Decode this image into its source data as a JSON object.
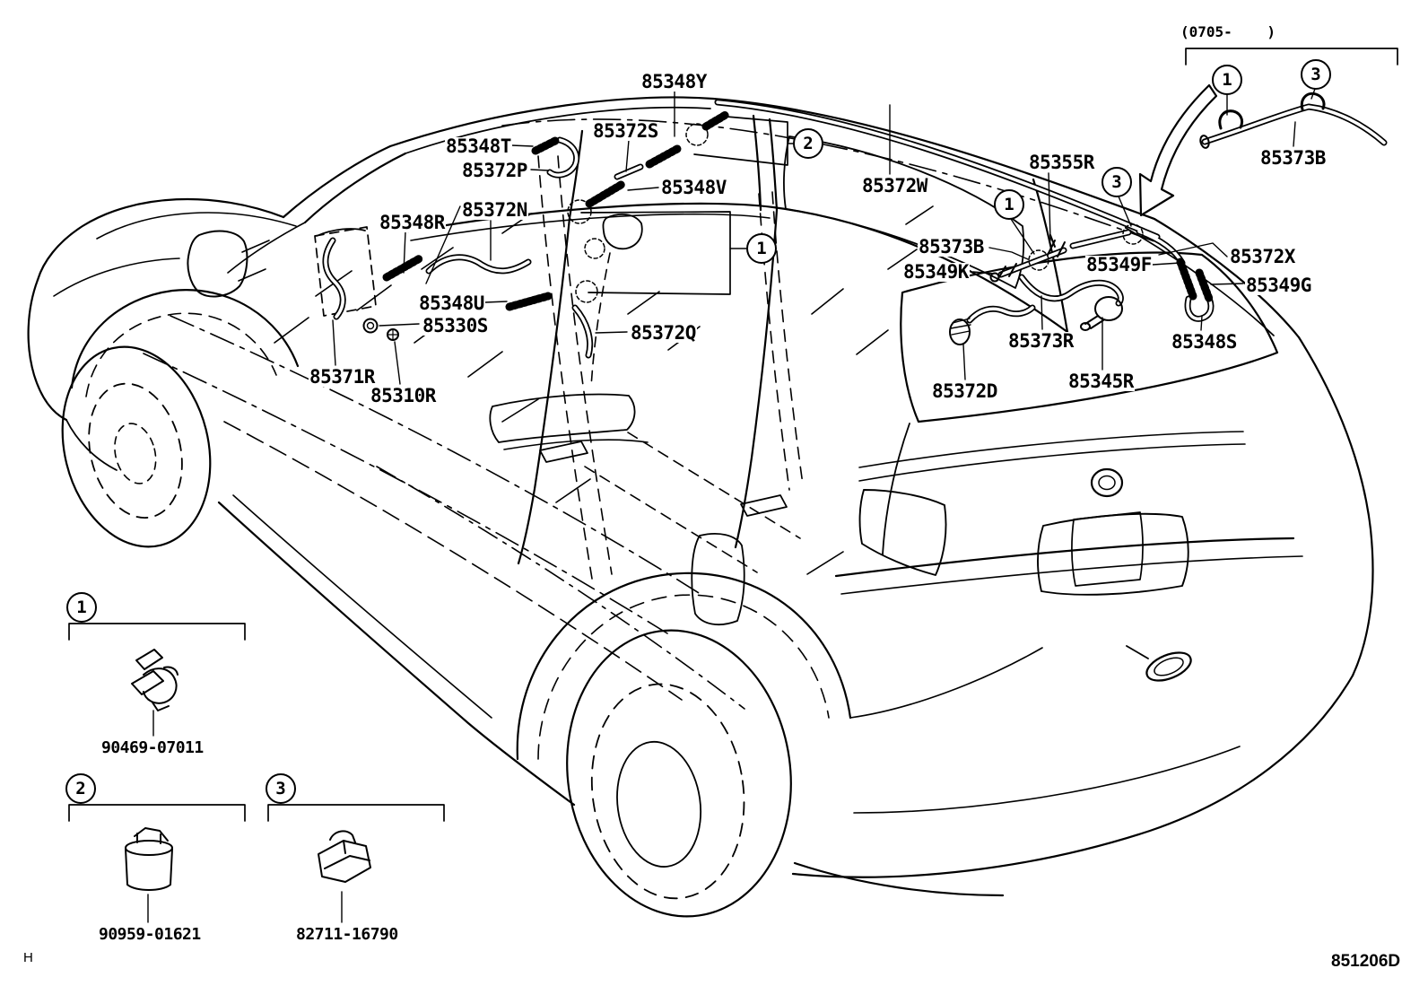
{
  "diagram": {
    "date_note": "(0705-    )",
    "figure_code": "851206D",
    "corner_mark": "H",
    "callout_numbers": {
      "one": "1",
      "two": "2",
      "three": "3"
    },
    "part_labels": {
      "p85348y": "85348Y",
      "p85372s": "85372S",
      "p85348t": "85348T",
      "p85372p": "85372P",
      "p85348v": "85348V",
      "p85372n": "85372N",
      "p85348r": "85348R",
      "p85348u": "85348U",
      "p85330s": "85330S",
      "p85372q": "85372Q",
      "p85371r": "85371R",
      "p85310r": "85310R",
      "p85372w": "85372W",
      "p85355r": "85355R",
      "p85373b": "85373B",
      "p85349k": "85349K",
      "p85349f": "85349F",
      "p85372x": "85372X",
      "p85349g": "85349G",
      "p85373r": "85373R",
      "p85348s": "85348S",
      "p85372d": "85372D",
      "p85345r": "85345R"
    },
    "legend_parts": [
      {
        "callout": "1",
        "part_number": "90469-07011"
      },
      {
        "callout": "2",
        "part_number": "90959-01621"
      },
      {
        "callout": "3",
        "part_number": "82711-16790"
      }
    ],
    "ink_color": "#000000",
    "paper_color": "#ffffff"
  }
}
